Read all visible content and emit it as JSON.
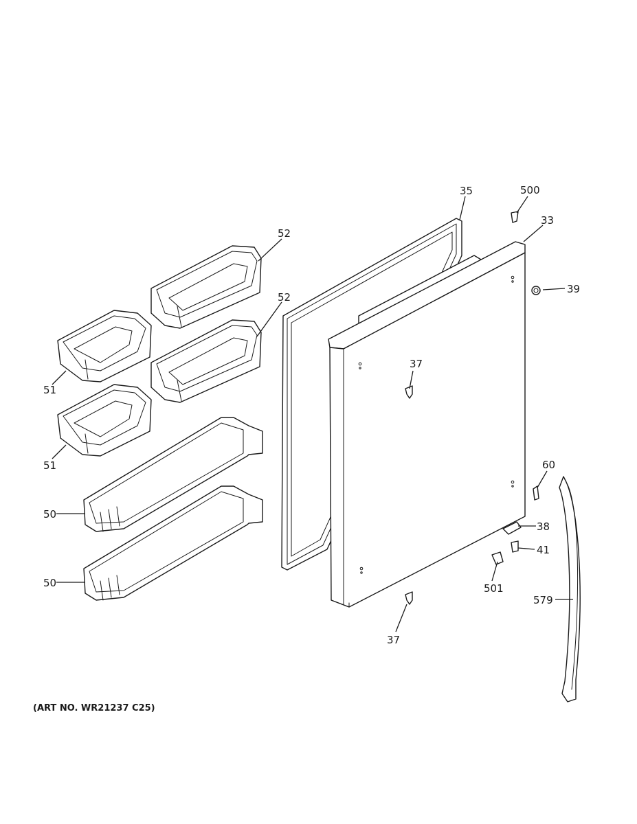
{
  "callouts": {
    "c35": "35",
    "c500": "500",
    "c33": "33",
    "c52a": "52",
    "c52b": "52",
    "c39": "39",
    "c37a": "37",
    "c51a": "51",
    "c51b": "51",
    "c60": "60",
    "c50a": "50",
    "c38": "38",
    "c41": "41",
    "c501": "501",
    "c579": "579",
    "c50b": "50",
    "c37b": "37"
  },
  "art_number": "(ART NO. WR21237 C25)"
}
